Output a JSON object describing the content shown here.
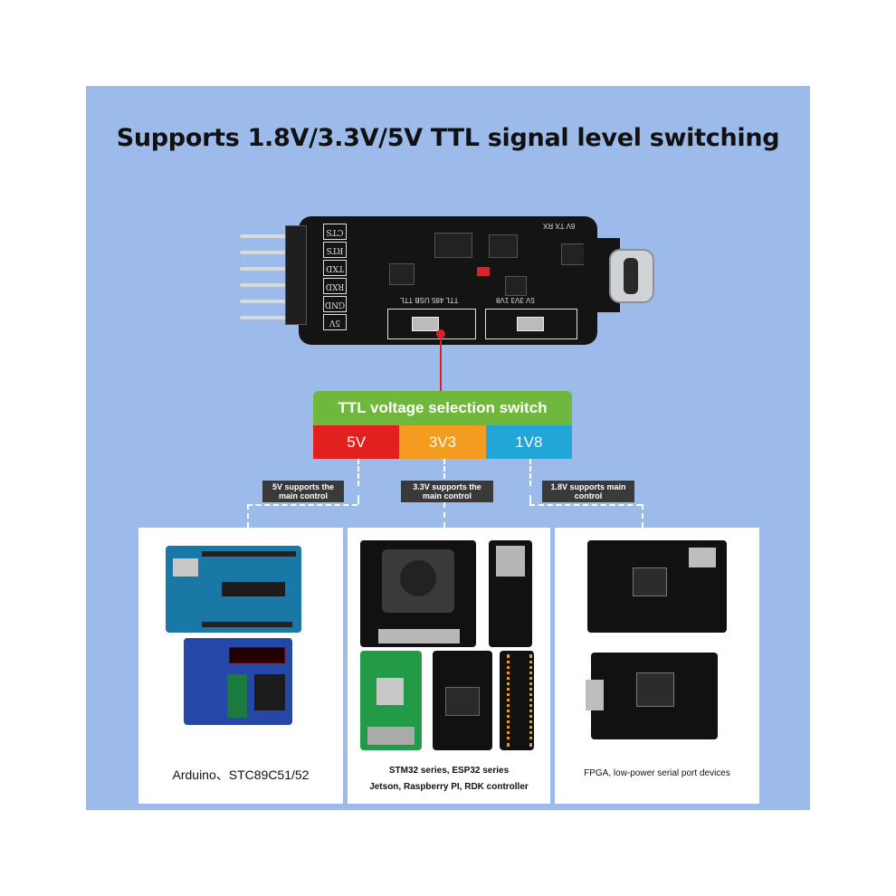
{
  "headline": "Supports 1.8V/3.3V/5V TTL signal level switching",
  "board": {
    "pin_labels": [
      "CTS",
      "RTS",
      "TXD",
      "RXD",
      "GND",
      "5V"
    ],
    "switch_left_label": "TTL  485  USB  TTL",
    "switch_right_label": "5V   3V3   1V8",
    "top_label": "6V TX RX"
  },
  "selector": {
    "title": "TTL voltage selection switch",
    "options": [
      {
        "label": "5V",
        "color": "#e1201f"
      },
      {
        "label": "3V3",
        "color": "#f39c1f"
      },
      {
        "label": "1V8",
        "color": "#22a6d8"
      }
    ]
  },
  "tags": [
    {
      "text": "5V supports the main control"
    },
    {
      "text": "3.3V supports the main control"
    },
    {
      "text": "1.8V supports main control"
    }
  ],
  "cards": [
    {
      "caption": "Arduino、STC89C51/52",
      "items": [
        "Arduino UNO board",
        "STC89C51 development board"
      ]
    },
    {
      "caption_line1": "STM32 series, ESP32 series",
      "caption_line2": "Jetson, Raspberry PI, RDK controller"
    },
    {
      "caption": "FPGA, low-power serial port devices"
    }
  ],
  "colors": {
    "panel_bg": "#9cbbea",
    "selector_green": "#70b73e",
    "tag_bg": "#3a3a3a"
  }
}
